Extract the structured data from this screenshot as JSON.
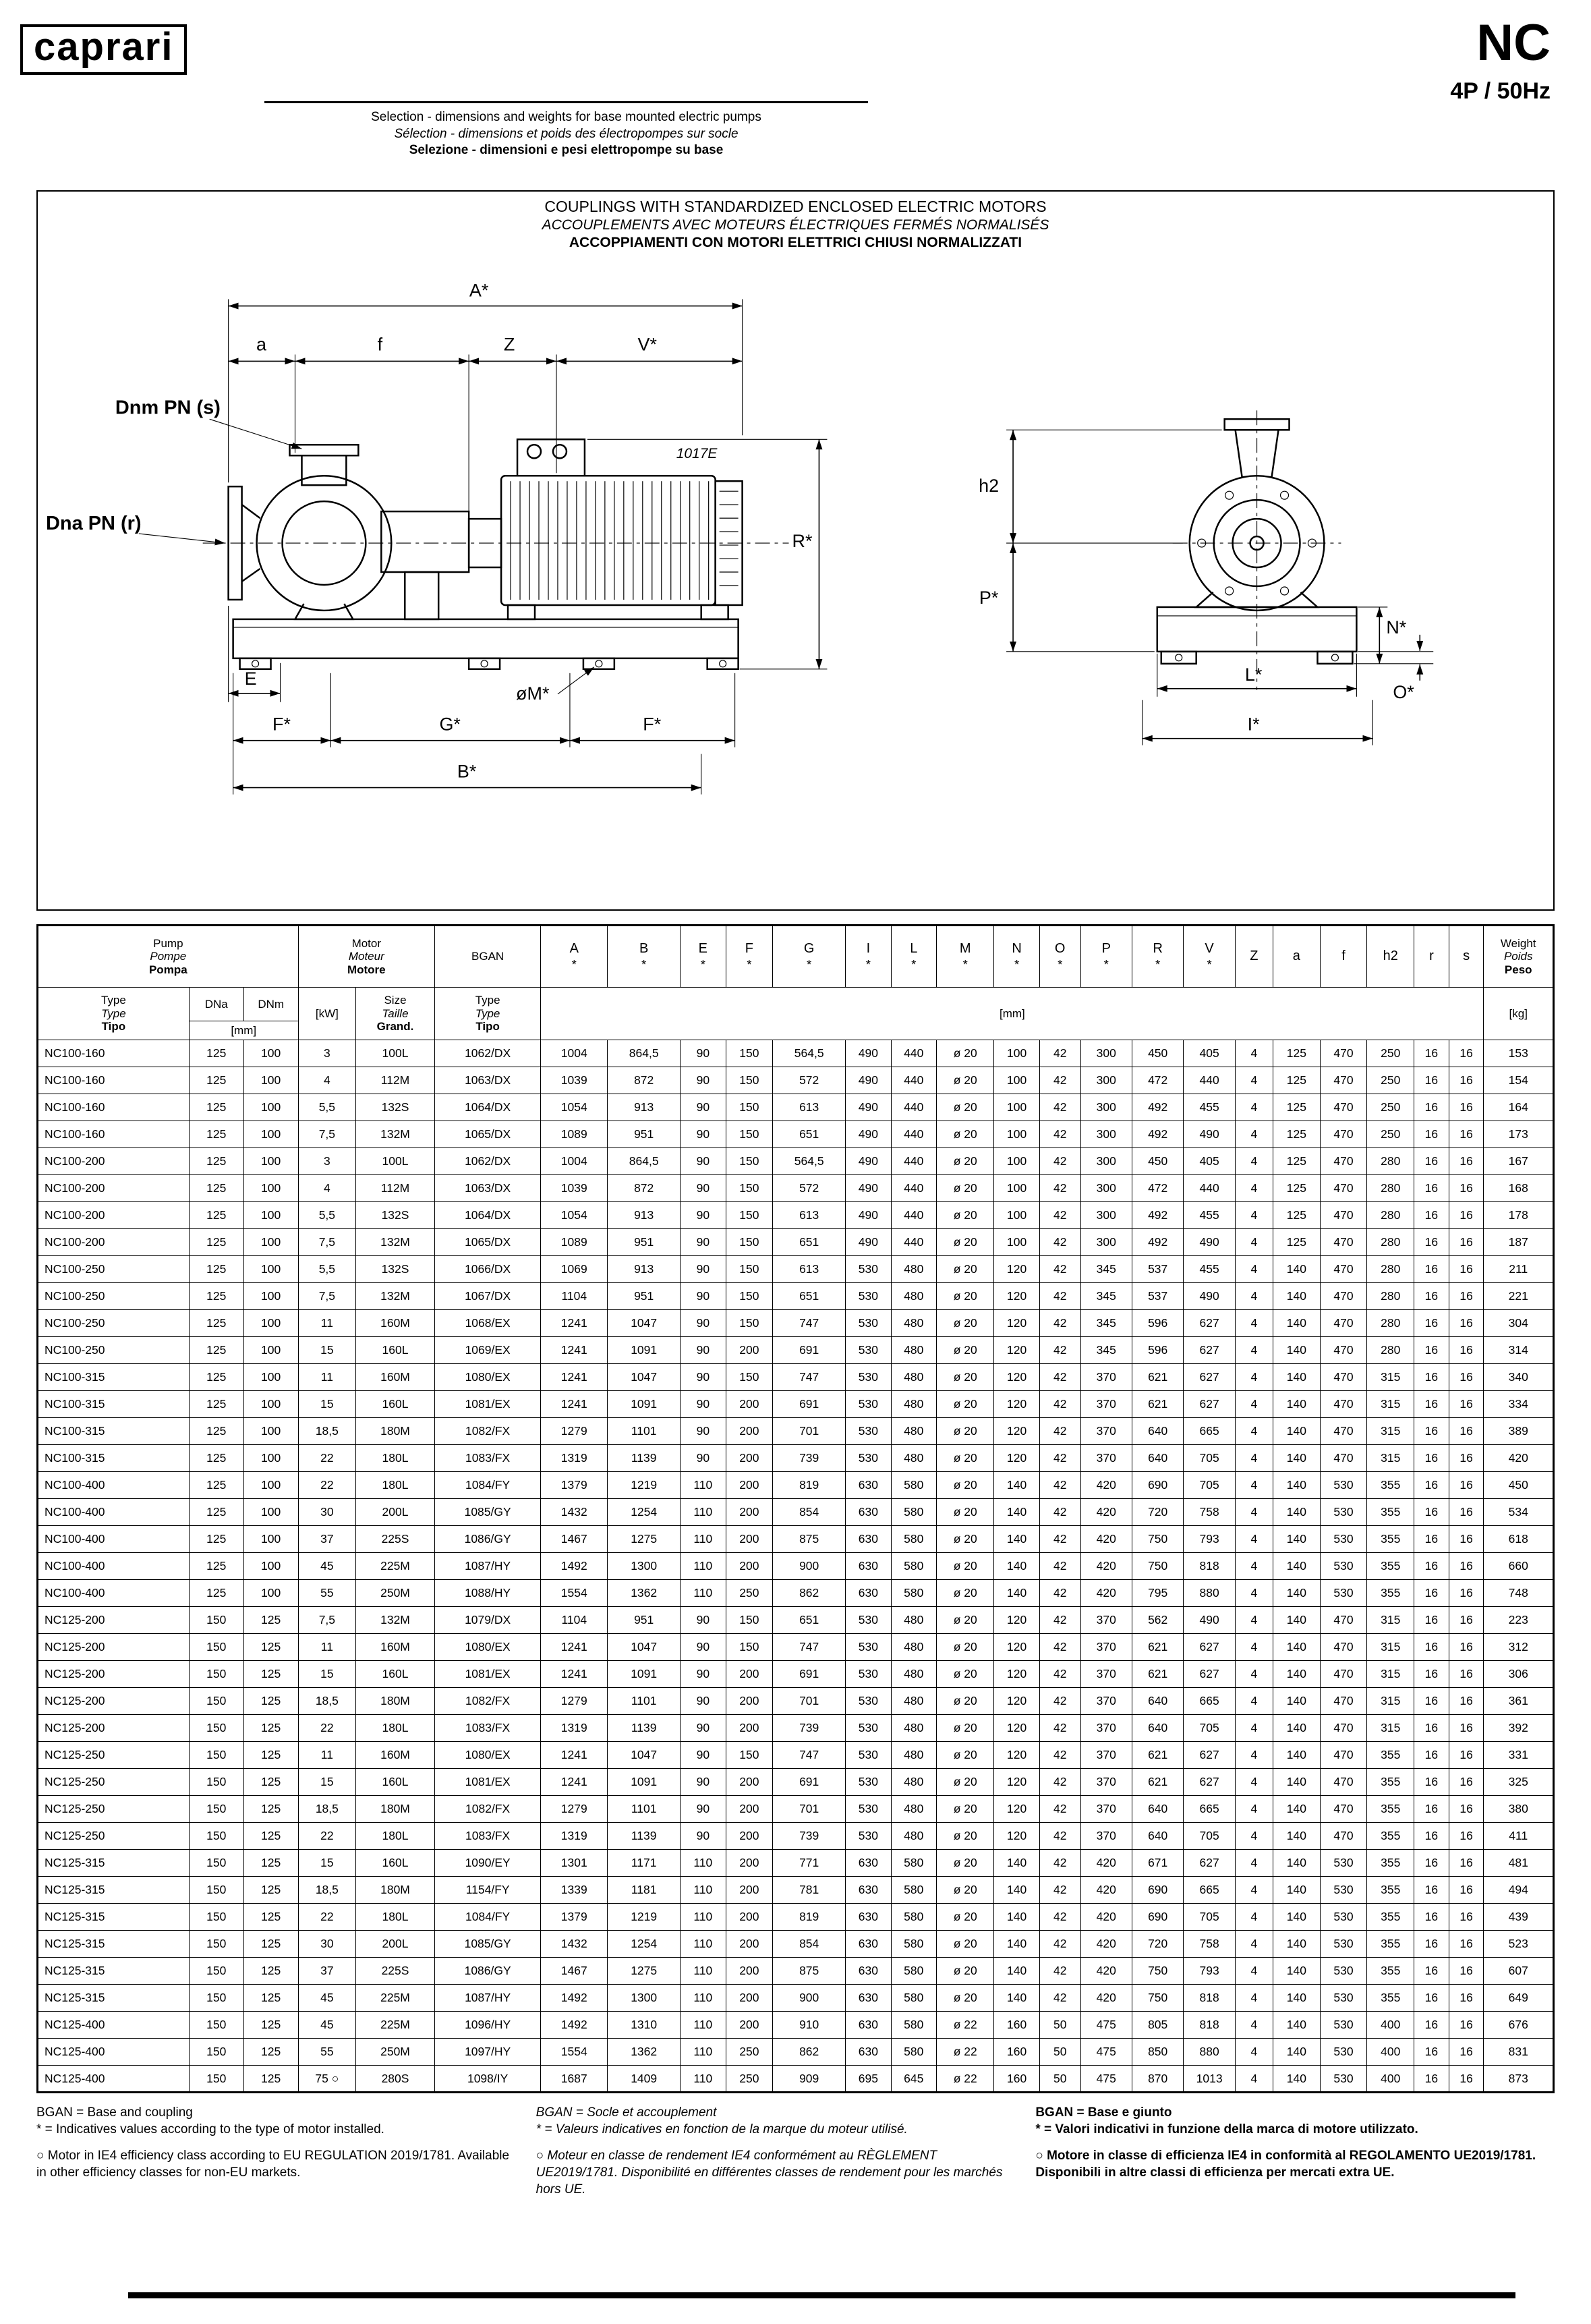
{
  "header": {
    "brand": "caprari",
    "subtitle_en": "Selection - dimensions and weights for base mounted electric pumps",
    "subtitle_fr": "Sélection - dimensions et poids des électropompes sur socle",
    "subtitle_it": "Selezione - dimensioni e pesi elettropompe su base",
    "series": "NC",
    "rating": "4P / 50Hz"
  },
  "drawing": {
    "title_en": "COUPLINGS WITH STANDARDIZED ENCLOSED ELECTRIC MOTORS",
    "title_fr": "ACCOUPLEMENTS AVEC MOTEURS ÉLECTRIQUES FERMÉS NORMALISÉS",
    "title_it": "ACCOPPIAMENTI CON MOTORI ELETTRICI CHIUSI NORMALIZZATI",
    "labels": {
      "A": "A*",
      "a": "a",
      "f": "f",
      "Z": "Z",
      "V": "V*",
      "dnm": "Dnm PN (s)",
      "dna": "Dna PN (r)",
      "code": "1017E",
      "R": "R*",
      "E": "E",
      "F1": "F*",
      "G": "G*",
      "F2": "F*",
      "B": "B*",
      "M": "øM*",
      "h2": "h2",
      "P": "P*",
      "N": "N*",
      "O": "O*",
      "L": "L*",
      "I": "I*"
    }
  },
  "table": {
    "pump_group": {
      "en": "Pump",
      "fr": "Pompe",
      "it": "Pompa"
    },
    "motor_group": {
      "en": "Motor",
      "fr": "Moteur",
      "it": "Motore"
    },
    "bgan_label": "BGAN",
    "weight_group": {
      "en": "Weight",
      "fr": "Poids",
      "it": "Peso"
    },
    "type_sub": {
      "en": "Type",
      "fr": "Type",
      "it": "Tipo"
    },
    "bgan_type_sub": {
      "en": "Type",
      "fr": "Type",
      "it": "Tipo"
    },
    "size_sub": {
      "en": "Size",
      "fr": "Taille",
      "it": "Grand."
    },
    "dna": "DNa",
    "dnm": "DNm",
    "mm_unit": "[mm]",
    "kw_unit": "[kW]",
    "kg_unit": "[kg]",
    "dims": [
      {
        "l": "A",
        "s": "*"
      },
      {
        "l": "B",
        "s": "*"
      },
      {
        "l": "E",
        "s": "*"
      },
      {
        "l": "F",
        "s": "*"
      },
      {
        "l": "G",
        "s": "*"
      },
      {
        "l": "I",
        "s": "*"
      },
      {
        "l": "L",
        "s": "*"
      },
      {
        "l": "M",
        "s": "*"
      },
      {
        "l": "N",
        "s": "*"
      },
      {
        "l": "O",
        "s": "*"
      },
      {
        "l": "P",
        "s": "*"
      },
      {
        "l": "R",
        "s": "*"
      },
      {
        "l": "V",
        "s": "*"
      },
      {
        "l": "Z",
        "s": ""
      },
      {
        "l": "a",
        "s": ""
      },
      {
        "l": "f",
        "s": ""
      },
      {
        "l": "h2",
        "s": ""
      },
      {
        "l": "r",
        "s": ""
      },
      {
        "l": "s",
        "s": ""
      }
    ],
    "rows": [
      [
        "NC100-160",
        "125",
        "100",
        "3",
        "100L",
        "1062/DX",
        "1004",
        "864,5",
        "90",
        "150",
        "564,5",
        "490",
        "440",
        "ø 20",
        "100",
        "42",
        "300",
        "450",
        "405",
        "4",
        "125",
        "470",
        "250",
        "16",
        "16",
        "153"
      ],
      [
        "NC100-160",
        "125",
        "100",
        "4",
        "112M",
        "1063/DX",
        "1039",
        "872",
        "90",
        "150",
        "572",
        "490",
        "440",
        "ø 20",
        "100",
        "42",
        "300",
        "472",
        "440",
        "4",
        "125",
        "470",
        "250",
        "16",
        "16",
        "154"
      ],
      [
        "NC100-160",
        "125",
        "100",
        "5,5",
        "132S",
        "1064/DX",
        "1054",
        "913",
        "90",
        "150",
        "613",
        "490",
        "440",
        "ø 20",
        "100",
        "42",
        "300",
        "492",
        "455",
        "4",
        "125",
        "470",
        "250",
        "16",
        "16",
        "164"
      ],
      [
        "NC100-160",
        "125",
        "100",
        "7,5",
        "132M",
        "1065/DX",
        "1089",
        "951",
        "90",
        "150",
        "651",
        "490",
        "440",
        "ø 20",
        "100",
        "42",
        "300",
        "492",
        "490",
        "4",
        "125",
        "470",
        "250",
        "16",
        "16",
        "173"
      ],
      [
        "NC100-200",
        "125",
        "100",
        "3",
        "100L",
        "1062/DX",
        "1004",
        "864,5",
        "90",
        "150",
        "564,5",
        "490",
        "440",
        "ø 20",
        "100",
        "42",
        "300",
        "450",
        "405",
        "4",
        "125",
        "470",
        "280",
        "16",
        "16",
        "167"
      ],
      [
        "NC100-200",
        "125",
        "100",
        "4",
        "112M",
        "1063/DX",
        "1039",
        "872",
        "90",
        "150",
        "572",
        "490",
        "440",
        "ø 20",
        "100",
        "42",
        "300",
        "472",
        "440",
        "4",
        "125",
        "470",
        "280",
        "16",
        "16",
        "168"
      ],
      [
        "NC100-200",
        "125",
        "100",
        "5,5",
        "132S",
        "1064/DX",
        "1054",
        "913",
        "90",
        "150",
        "613",
        "490",
        "440",
        "ø 20",
        "100",
        "42",
        "300",
        "492",
        "455",
        "4",
        "125",
        "470",
        "280",
        "16",
        "16",
        "178"
      ],
      [
        "NC100-200",
        "125",
        "100",
        "7,5",
        "132M",
        "1065/DX",
        "1089",
        "951",
        "90",
        "150",
        "651",
        "490",
        "440",
        "ø 20",
        "100",
        "42",
        "300",
        "492",
        "490",
        "4",
        "125",
        "470",
        "280",
        "16",
        "16",
        "187"
      ],
      [
        "NC100-250",
        "125",
        "100",
        "5,5",
        "132S",
        "1066/DX",
        "1069",
        "913",
        "90",
        "150",
        "613",
        "530",
        "480",
        "ø 20",
        "120",
        "42",
        "345",
        "537",
        "455",
        "4",
        "140",
        "470",
        "280",
        "16",
        "16",
        "211"
      ],
      [
        "NC100-250",
        "125",
        "100",
        "7,5",
        "132M",
        "1067/DX",
        "1104",
        "951",
        "90",
        "150",
        "651",
        "530",
        "480",
        "ø 20",
        "120",
        "42",
        "345",
        "537",
        "490",
        "4",
        "140",
        "470",
        "280",
        "16",
        "16",
        "221"
      ],
      [
        "NC100-250",
        "125",
        "100",
        "11",
        "160M",
        "1068/EX",
        "1241",
        "1047",
        "90",
        "150",
        "747",
        "530",
        "480",
        "ø 20",
        "120",
        "42",
        "345",
        "596",
        "627",
        "4",
        "140",
        "470",
        "280",
        "16",
        "16",
        "304"
      ],
      [
        "NC100-250",
        "125",
        "100",
        "15",
        "160L",
        "1069/EX",
        "1241",
        "1091",
        "90",
        "200",
        "691",
        "530",
        "480",
        "ø 20",
        "120",
        "42",
        "345",
        "596",
        "627",
        "4",
        "140",
        "470",
        "280",
        "16",
        "16",
        "314"
      ],
      [
        "NC100-315",
        "125",
        "100",
        "11",
        "160M",
        "1080/EX",
        "1241",
        "1047",
        "90",
        "150",
        "747",
        "530",
        "480",
        "ø 20",
        "120",
        "42",
        "370",
        "621",
        "627",
        "4",
        "140",
        "470",
        "315",
        "16",
        "16",
        "340"
      ],
      [
        "NC100-315",
        "125",
        "100",
        "15",
        "160L",
        "1081/EX",
        "1241",
        "1091",
        "90",
        "200",
        "691",
        "530",
        "480",
        "ø 20",
        "120",
        "42",
        "370",
        "621",
        "627",
        "4",
        "140",
        "470",
        "315",
        "16",
        "16",
        "334"
      ],
      [
        "NC100-315",
        "125",
        "100",
        "18,5",
        "180M",
        "1082/FX",
        "1279",
        "1101",
        "90",
        "200",
        "701",
        "530",
        "480",
        "ø 20",
        "120",
        "42",
        "370",
        "640",
        "665",
        "4",
        "140",
        "470",
        "315",
        "16",
        "16",
        "389"
      ],
      [
        "NC100-315",
        "125",
        "100",
        "22",
        "180L",
        "1083/FX",
        "1319",
        "1139",
        "90",
        "200",
        "739",
        "530",
        "480",
        "ø 20",
        "120",
        "42",
        "370",
        "640",
        "705",
        "4",
        "140",
        "470",
        "315",
        "16",
        "16",
        "420"
      ],
      [
        "NC100-400",
        "125",
        "100",
        "22",
        "180L",
        "1084/FY",
        "1379",
        "1219",
        "110",
        "200",
        "819",
        "630",
        "580",
        "ø 20",
        "140",
        "42",
        "420",
        "690",
        "705",
        "4",
        "140",
        "530",
        "355",
        "16",
        "16",
        "450"
      ],
      [
        "NC100-400",
        "125",
        "100",
        "30",
        "200L",
        "1085/GY",
        "1432",
        "1254",
        "110",
        "200",
        "854",
        "630",
        "580",
        "ø 20",
        "140",
        "42",
        "420",
        "720",
        "758",
        "4",
        "140",
        "530",
        "355",
        "16",
        "16",
        "534"
      ],
      [
        "NC100-400",
        "125",
        "100",
        "37",
        "225S",
        "1086/GY",
        "1467",
        "1275",
        "110",
        "200",
        "875",
        "630",
        "580",
        "ø 20",
        "140",
        "42",
        "420",
        "750",
        "793",
        "4",
        "140",
        "530",
        "355",
        "16",
        "16",
        "618"
      ],
      [
        "NC100-400",
        "125",
        "100",
        "45",
        "225M",
        "1087/HY",
        "1492",
        "1300",
        "110",
        "200",
        "900",
        "630",
        "580",
        "ø 20",
        "140",
        "42",
        "420",
        "750",
        "818",
        "4",
        "140",
        "530",
        "355",
        "16",
        "16",
        "660"
      ],
      [
        "NC100-400",
        "125",
        "100",
        "55",
        "250M",
        "1088/HY",
        "1554",
        "1362",
        "110",
        "250",
        "862",
        "630",
        "580",
        "ø 20",
        "140",
        "42",
        "420",
        "795",
        "880",
        "4",
        "140",
        "530",
        "355",
        "16",
        "16",
        "748"
      ],
      [
        "NC125-200",
        "150",
        "125",
        "7,5",
        "132M",
        "1079/DX",
        "1104",
        "951",
        "90",
        "150",
        "651",
        "530",
        "480",
        "ø 20",
        "120",
        "42",
        "370",
        "562",
        "490",
        "4",
        "140",
        "470",
        "315",
        "16",
        "16",
        "223"
      ],
      [
        "NC125-200",
        "150",
        "125",
        "11",
        "160M",
        "1080/EX",
        "1241",
        "1047",
        "90",
        "150",
        "747",
        "530",
        "480",
        "ø 20",
        "120",
        "42",
        "370",
        "621",
        "627",
        "4",
        "140",
        "470",
        "315",
        "16",
        "16",
        "312"
      ],
      [
        "NC125-200",
        "150",
        "125",
        "15",
        "160L",
        "1081/EX",
        "1241",
        "1091",
        "90",
        "200",
        "691",
        "530",
        "480",
        "ø 20",
        "120",
        "42",
        "370",
        "621",
        "627",
        "4",
        "140",
        "470",
        "315",
        "16",
        "16",
        "306"
      ],
      [
        "NC125-200",
        "150",
        "125",
        "18,5",
        "180M",
        "1082/FX",
        "1279",
        "1101",
        "90",
        "200",
        "701",
        "530",
        "480",
        "ø 20",
        "120",
        "42",
        "370",
        "640",
        "665",
        "4",
        "140",
        "470",
        "315",
        "16",
        "16",
        "361"
      ],
      [
        "NC125-200",
        "150",
        "125",
        "22",
        "180L",
        "1083/FX",
        "1319",
        "1139",
        "90",
        "200",
        "739",
        "530",
        "480",
        "ø 20",
        "120",
        "42",
        "370",
        "640",
        "705",
        "4",
        "140",
        "470",
        "315",
        "16",
        "16",
        "392"
      ],
      [
        "NC125-250",
        "150",
        "125",
        "11",
        "160M",
        "1080/EX",
        "1241",
        "1047",
        "90",
        "150",
        "747",
        "530",
        "480",
        "ø 20",
        "120",
        "42",
        "370",
        "621",
        "627",
        "4",
        "140",
        "470",
        "355",
        "16",
        "16",
        "331"
      ],
      [
        "NC125-250",
        "150",
        "125",
        "15",
        "160L",
        "1081/EX",
        "1241",
        "1091",
        "90",
        "200",
        "691",
        "530",
        "480",
        "ø 20",
        "120",
        "42",
        "370",
        "621",
        "627",
        "4",
        "140",
        "470",
        "355",
        "16",
        "16",
        "325"
      ],
      [
        "NC125-250",
        "150",
        "125",
        "18,5",
        "180M",
        "1082/FX",
        "1279",
        "1101",
        "90",
        "200",
        "701",
        "530",
        "480",
        "ø 20",
        "120",
        "42",
        "370",
        "640",
        "665",
        "4",
        "140",
        "470",
        "355",
        "16",
        "16",
        "380"
      ],
      [
        "NC125-250",
        "150",
        "125",
        "22",
        "180L",
        "1083/FX",
        "1319",
        "1139",
        "90",
        "200",
        "739",
        "530",
        "480",
        "ø 20",
        "120",
        "42",
        "370",
        "640",
        "705",
        "4",
        "140",
        "470",
        "355",
        "16",
        "16",
        "411"
      ],
      [
        "NC125-315",
        "150",
        "125",
        "15",
        "160L",
        "1090/EY",
        "1301",
        "1171",
        "110",
        "200",
        "771",
        "630",
        "580",
        "ø 20",
        "140",
        "42",
        "420",
        "671",
        "627",
        "4",
        "140",
        "530",
        "355",
        "16",
        "16",
        "481"
      ],
      [
        "NC125-315",
        "150",
        "125",
        "18,5",
        "180M",
        "1154/FY",
        "1339",
        "1181",
        "110",
        "200",
        "781",
        "630",
        "580",
        "ø 20",
        "140",
        "42",
        "420",
        "690",
        "665",
        "4",
        "140",
        "530",
        "355",
        "16",
        "16",
        "494"
      ],
      [
        "NC125-315",
        "150",
        "125",
        "22",
        "180L",
        "1084/FY",
        "1379",
        "1219",
        "110",
        "200",
        "819",
        "630",
        "580",
        "ø 20",
        "140",
        "42",
        "420",
        "690",
        "705",
        "4",
        "140",
        "530",
        "355",
        "16",
        "16",
        "439"
      ],
      [
        "NC125-315",
        "150",
        "125",
        "30",
        "200L",
        "1085/GY",
        "1432",
        "1254",
        "110",
        "200",
        "854",
        "630",
        "580",
        "ø 20",
        "140",
        "42",
        "420",
        "720",
        "758",
        "4",
        "140",
        "530",
        "355",
        "16",
        "16",
        "523"
      ],
      [
        "NC125-315",
        "150",
        "125",
        "37",
        "225S",
        "1086/GY",
        "1467",
        "1275",
        "110",
        "200",
        "875",
        "630",
        "580",
        "ø 20",
        "140",
        "42",
        "420",
        "750",
        "793",
        "4",
        "140",
        "530",
        "355",
        "16",
        "16",
        "607"
      ],
      [
        "NC125-315",
        "150",
        "125",
        "45",
        "225M",
        "1087/HY",
        "1492",
        "1300",
        "110",
        "200",
        "900",
        "630",
        "580",
        "ø 20",
        "140",
        "42",
        "420",
        "750",
        "818",
        "4",
        "140",
        "530",
        "355",
        "16",
        "16",
        "649"
      ],
      [
        "NC125-400",
        "150",
        "125",
        "45",
        "225M",
        "1096/HY",
        "1492",
        "1310",
        "110",
        "200",
        "910",
        "630",
        "580",
        "ø 22",
        "160",
        "50",
        "475",
        "805",
        "818",
        "4",
        "140",
        "530",
        "400",
        "16",
        "16",
        "676"
      ],
      [
        "NC125-400",
        "150",
        "125",
        "55",
        "250M",
        "1097/HY",
        "1554",
        "1362",
        "110",
        "250",
        "862",
        "630",
        "580",
        "ø 22",
        "160",
        "50",
        "475",
        "850",
        "880",
        "4",
        "140",
        "530",
        "400",
        "16",
        "16",
        "831"
      ],
      [
        "NC125-400",
        "150",
        "125",
        "75 ○",
        "280S",
        "1098/IY",
        "1687",
        "1409",
        "110",
        "250",
        "909",
        "695",
        "645",
        "ø 22",
        "160",
        "50",
        "475",
        "870",
        "1013",
        "4",
        "140",
        "530",
        "400",
        "16",
        "16",
        "873"
      ]
    ]
  },
  "footnotes": {
    "en": {
      "line1": "BGAN = Base and coupling",
      "line2": "* = Indicatives values according to the type of motor installed.",
      "para": "○ Motor in IE4 efficiency class according to EU REGULATION 2019/1781. Available in other efficiency classes for non-EU markets."
    },
    "fr": {
      "line1": "BGAN = Socle et accouplement",
      "line2": "* = Valeurs indicatives en fonction de la marque du moteur utilisé.",
      "para": "○ Moteur en classe de rendement IE4 conformément au RÈGLEMENT UE2019/1781. Disponibilité en différentes classes de rendement pour les marchés hors UE."
    },
    "it": {
      "line1": "BGAN = Base e giunto",
      "line2": "* = Valori indicativi in funzione della marca di motore utilizzato.",
      "para": "○ Motore in classe di efficienza IE4 in conformità al REGOLAMENTO UE2019/1781. Disponibili in altre classi di efficienza per mercati extra UE."
    }
  }
}
